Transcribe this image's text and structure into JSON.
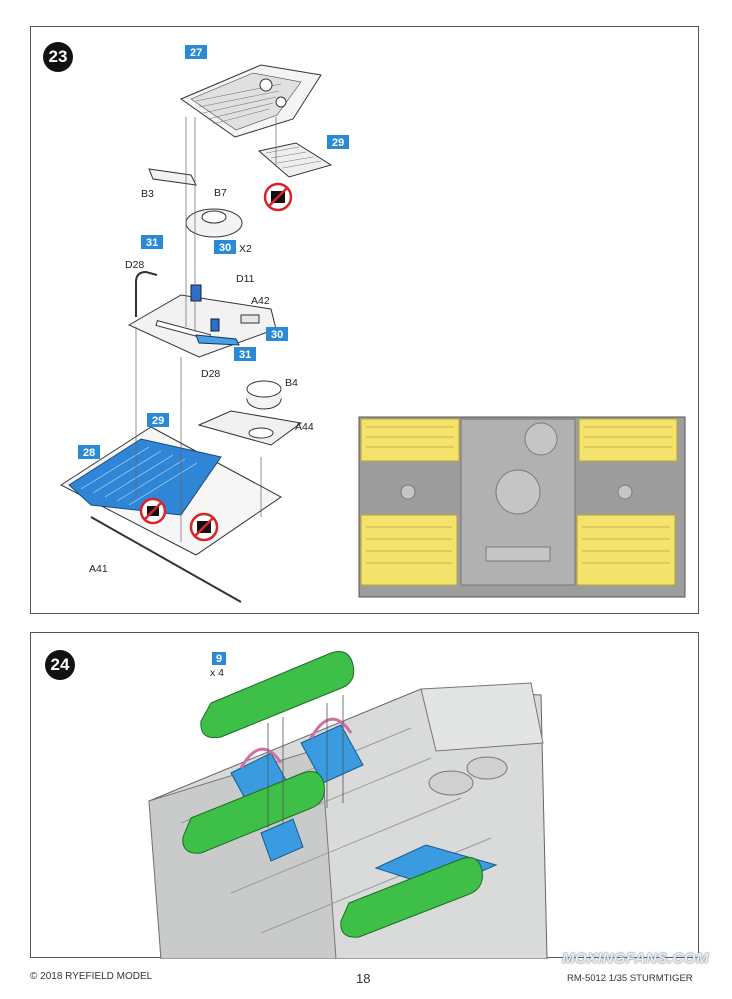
{
  "steps": {
    "step23": {
      "number": "23",
      "tags": {
        "t27": "27",
        "t29a": "29",
        "t31a": "31",
        "t30a": "30",
        "t30b": "30",
        "t31b": "31",
        "t29b": "29",
        "t28": "28"
      },
      "labels": {
        "b3": "B3",
        "b7": "B7",
        "x2": "X2",
        "d28a": "D28",
        "d11": "D11",
        "a42": "A42",
        "d28b": "D28",
        "b4": "B4",
        "a44": "A44",
        "a41": "A41"
      }
    },
    "step24": {
      "number": "24",
      "tag": "9",
      "qty": "x 4"
    }
  },
  "colors": {
    "blue_tag": "#2b8ad6",
    "green_part": "#3dbf48",
    "blue_part": "#3a9be0",
    "pink_part": "#d06fa0",
    "mesh_yellow": "#f3e36a",
    "no_glue_red": "#d8232a"
  },
  "footer": {
    "copyright": "© 2018 RYEFIELD MODEL",
    "page": "18",
    "model": "RM-5012 1/35 STURMTIGER"
  },
  "watermark": "MOXINGFANS.COM"
}
